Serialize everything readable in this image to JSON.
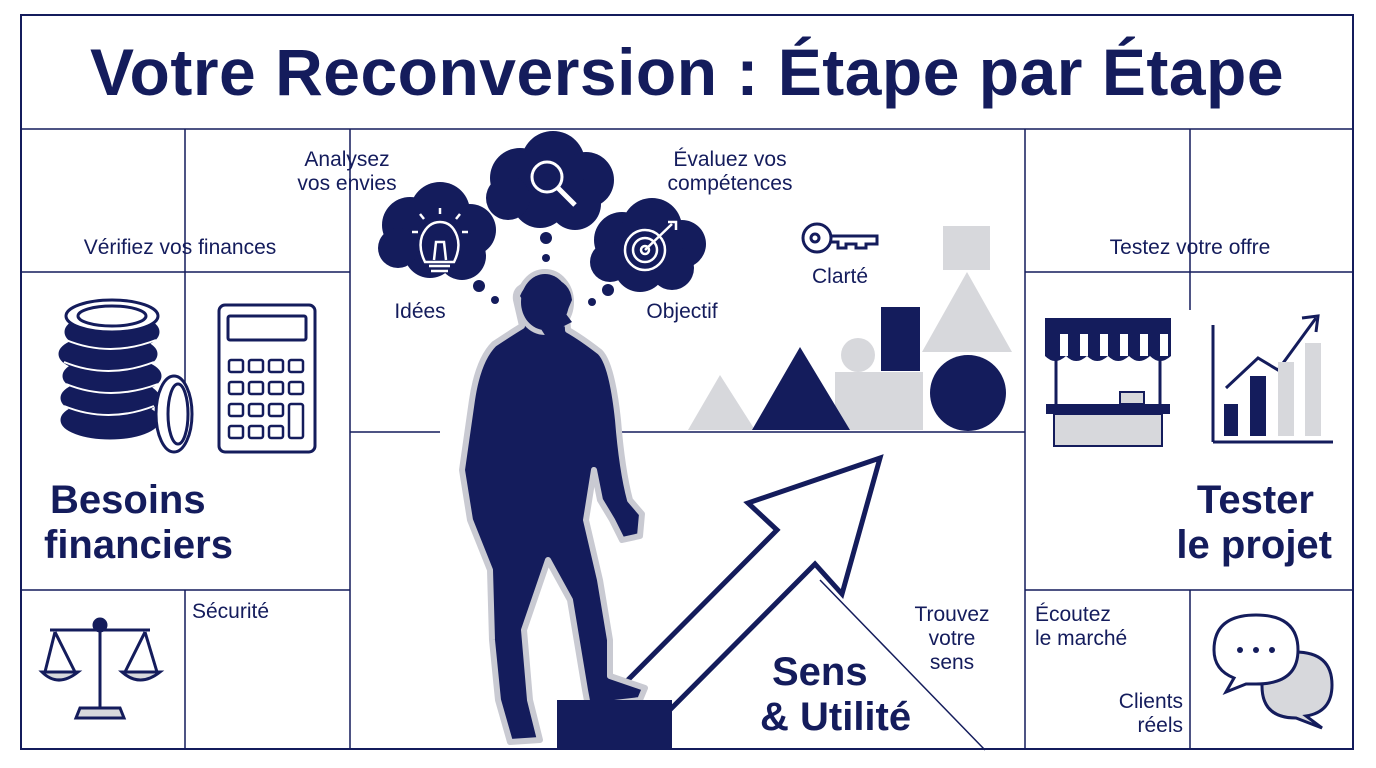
{
  "title": "Votre Reconversion : Étape par Étape",
  "colors": {
    "navy": "#141c5c",
    "light_gray": "#d7d8dc",
    "line": "#141c5c"
  },
  "left_panel": {
    "check_finances": "Vérifiez vos finances",
    "heading_line1": "Besoins",
    "heading_line2": "financiers",
    "security": "Sécurité",
    "icons": [
      "coins-stack-icon",
      "calculator-icon",
      "scales-icon"
    ]
  },
  "center_panel": {
    "analyze_line1": "Analysez",
    "analyze_line2": "vos envies",
    "evaluate_line1": "Évaluez vos",
    "evaluate_line2": "compétences",
    "ideas": "Idées",
    "objective": "Objectif",
    "clarity": "Clarté",
    "meaning_line1": "Trouvez",
    "meaning_line2": "votre",
    "meaning_line3": "sens",
    "heading_line1": "Sens",
    "heading_line2": "& Utilité",
    "icons": [
      "lightbulb-icon",
      "magnifier-icon",
      "target-icon",
      "key-icon",
      "person-climbing-icon",
      "arrow-up-icon"
    ]
  },
  "right_panel": {
    "test_offer": "Testez votre offre",
    "heading_line1": "Tester",
    "heading_line2": "le projet",
    "listen_line1": "Écoutez",
    "listen_line2": "le marché",
    "clients_line1": "Clients",
    "clients_line2": "réels",
    "icons": [
      "market-stall-icon",
      "growth-chart-icon",
      "chat-bubbles-icon"
    ]
  }
}
